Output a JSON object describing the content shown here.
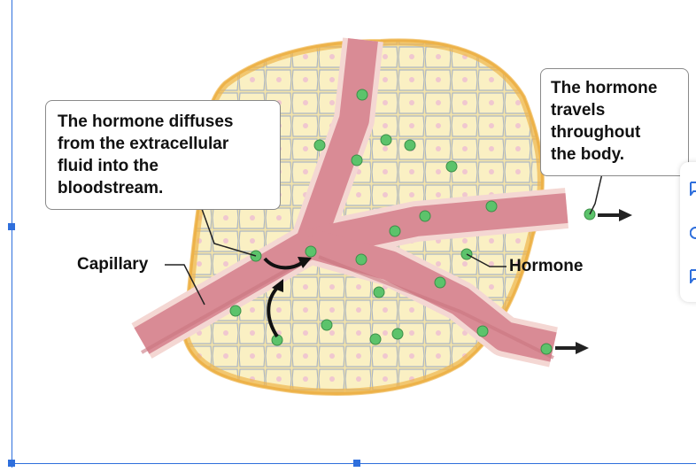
{
  "callouts": {
    "diffuse": {
      "lines": [
        "The hormone diffuses",
        "from the extracellular",
        "fluid into the",
        "bloodstream."
      ]
    },
    "travels": {
      "lines": [
        "The hormone",
        "travels",
        "throughout",
        "the body."
      ]
    }
  },
  "labels": {
    "capillary": "Capillary",
    "hormone": "Hormone"
  },
  "colors": {
    "capillary_fill": "#d98b95",
    "capillary_edge": "#f4d7d3",
    "tissue": "#f3d386",
    "tissue_edge": "#e7a93d",
    "cell_fill": "#fbf3c8",
    "cell_edge": "#a6b4c9",
    "hormone": "#5cc36b",
    "selection": "#2f6fdc"
  },
  "toolbar": {
    "icons": [
      "comment-icon",
      "refresh-icon",
      "comment-icon"
    ]
  }
}
